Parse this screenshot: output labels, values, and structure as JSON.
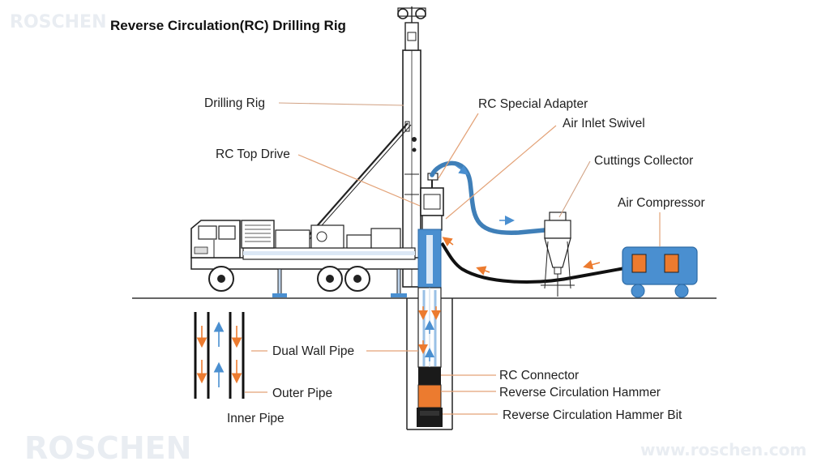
{
  "title": "Reverse Circulation(RC) Drilling Rig",
  "watermarks": {
    "logo": "ROSCHEN",
    "url": "www.roschen.com"
  },
  "labels": {
    "drilling_rig": "Drilling Rig",
    "rc_special_adapter": "RC Special Adapter",
    "air_inlet_swivel": "Air Inlet Swivel",
    "rc_top_drive": "RC Top Drive",
    "cuttings_collector": "Cuttings Collector",
    "air_compressor": "Air Compressor",
    "dual_wall_pipe": "Dual Wall Pipe",
    "outer_pipe": "Outer Pipe",
    "inner_pipe": "Inner Pipe",
    "rc_connector": "RC Connector",
    "rc_hammer": "Reverse Circulation Hammer",
    "rc_hammer_bit": "Reverse Circulation Hammer Bit"
  },
  "colors": {
    "hose_blue": "#3f7fb8",
    "pipe_blue": "#4a8fd0",
    "orange": "#ec7b2f",
    "air_line": "#111111",
    "leader": "#e3a277"
  }
}
